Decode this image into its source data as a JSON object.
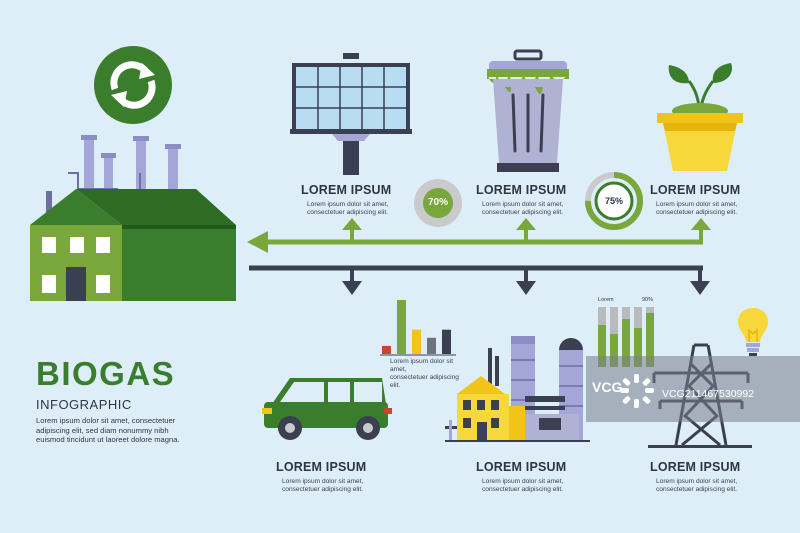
{
  "title": "BIOGAS",
  "subtitle": "INFOGRAPHIC",
  "description": "Lorem ipsum dolor sit amet, consectetuer\nadipiscing elit, sed diam nonummy nibh\neuismod tincidunt ut laoreet dolore magna.",
  "top_steps": [
    {
      "heading": "LOREM IPSUM",
      "text": "Lorem ipsum dolor sit amet,\nconsectetuer adipiscing elit."
    },
    {
      "heading": "LOREM IPSUM",
      "text": "Lorem ipsum dolor sit amet,\nconsectetuer adipiscing elit."
    },
    {
      "heading": "LOREM IPSUM",
      "text": "Lorem ipsum dolor sit amet,\nconsectetuer adipiscing elit."
    }
  ],
  "bottom_steps": [
    {
      "heading": "LOREM IPSUM",
      "text": "Lorem ipsum dolor sit amet,\nconsectetuer adipiscing elit."
    },
    {
      "heading": "LOREM IPSUM",
      "text": "Lorem ipsum dolor sit amet,\nconsectetuer adipiscing elit."
    },
    {
      "heading": "LOREM IPSUM",
      "text": "Lorem ipsum dolor sit amet,\nconsectetuer adipiscing elit."
    }
  ],
  "mid_caption": {
    "text": "Lorem ipsum dolor sit amet,\nconsectetuer adipiscing elit."
  },
  "gauges": [
    {
      "label": "70%",
      "value": 0.7
    },
    {
      "label": "75%",
      "value": 0.75
    }
  ],
  "mini_bar_chart": {
    "values": [
      0.15,
      1.0,
      0.45,
      0.3,
      0.45
    ],
    "colors": [
      "#c8462d",
      "#7aa73c",
      "#f0c419",
      "#707478",
      "#3a3f52"
    ]
  },
  "level_bars": {
    "left_label": "Lorem",
    "right_label": "90%",
    "levels": [
      0.7,
      0.55,
      0.8,
      0.65,
      0.9
    ],
    "fill": "#7aa73c",
    "track": "#b8babc"
  },
  "watermark": {
    "brand": "VCG",
    "code": "VCG211467530992"
  },
  "colors": {
    "background": "#deeef8",
    "green": "#3a7d2c",
    "light_green": "#7aa73c",
    "navy": "#3a3f52",
    "yellow": "#f0c419"
  },
  "icons": [
    "recycle-icon",
    "factory-icon",
    "solar-panel-icon",
    "trash-can-icon",
    "plant-pot-icon",
    "car-icon",
    "refinery-icon",
    "power-tower-icon",
    "light-bulb-icon"
  ]
}
